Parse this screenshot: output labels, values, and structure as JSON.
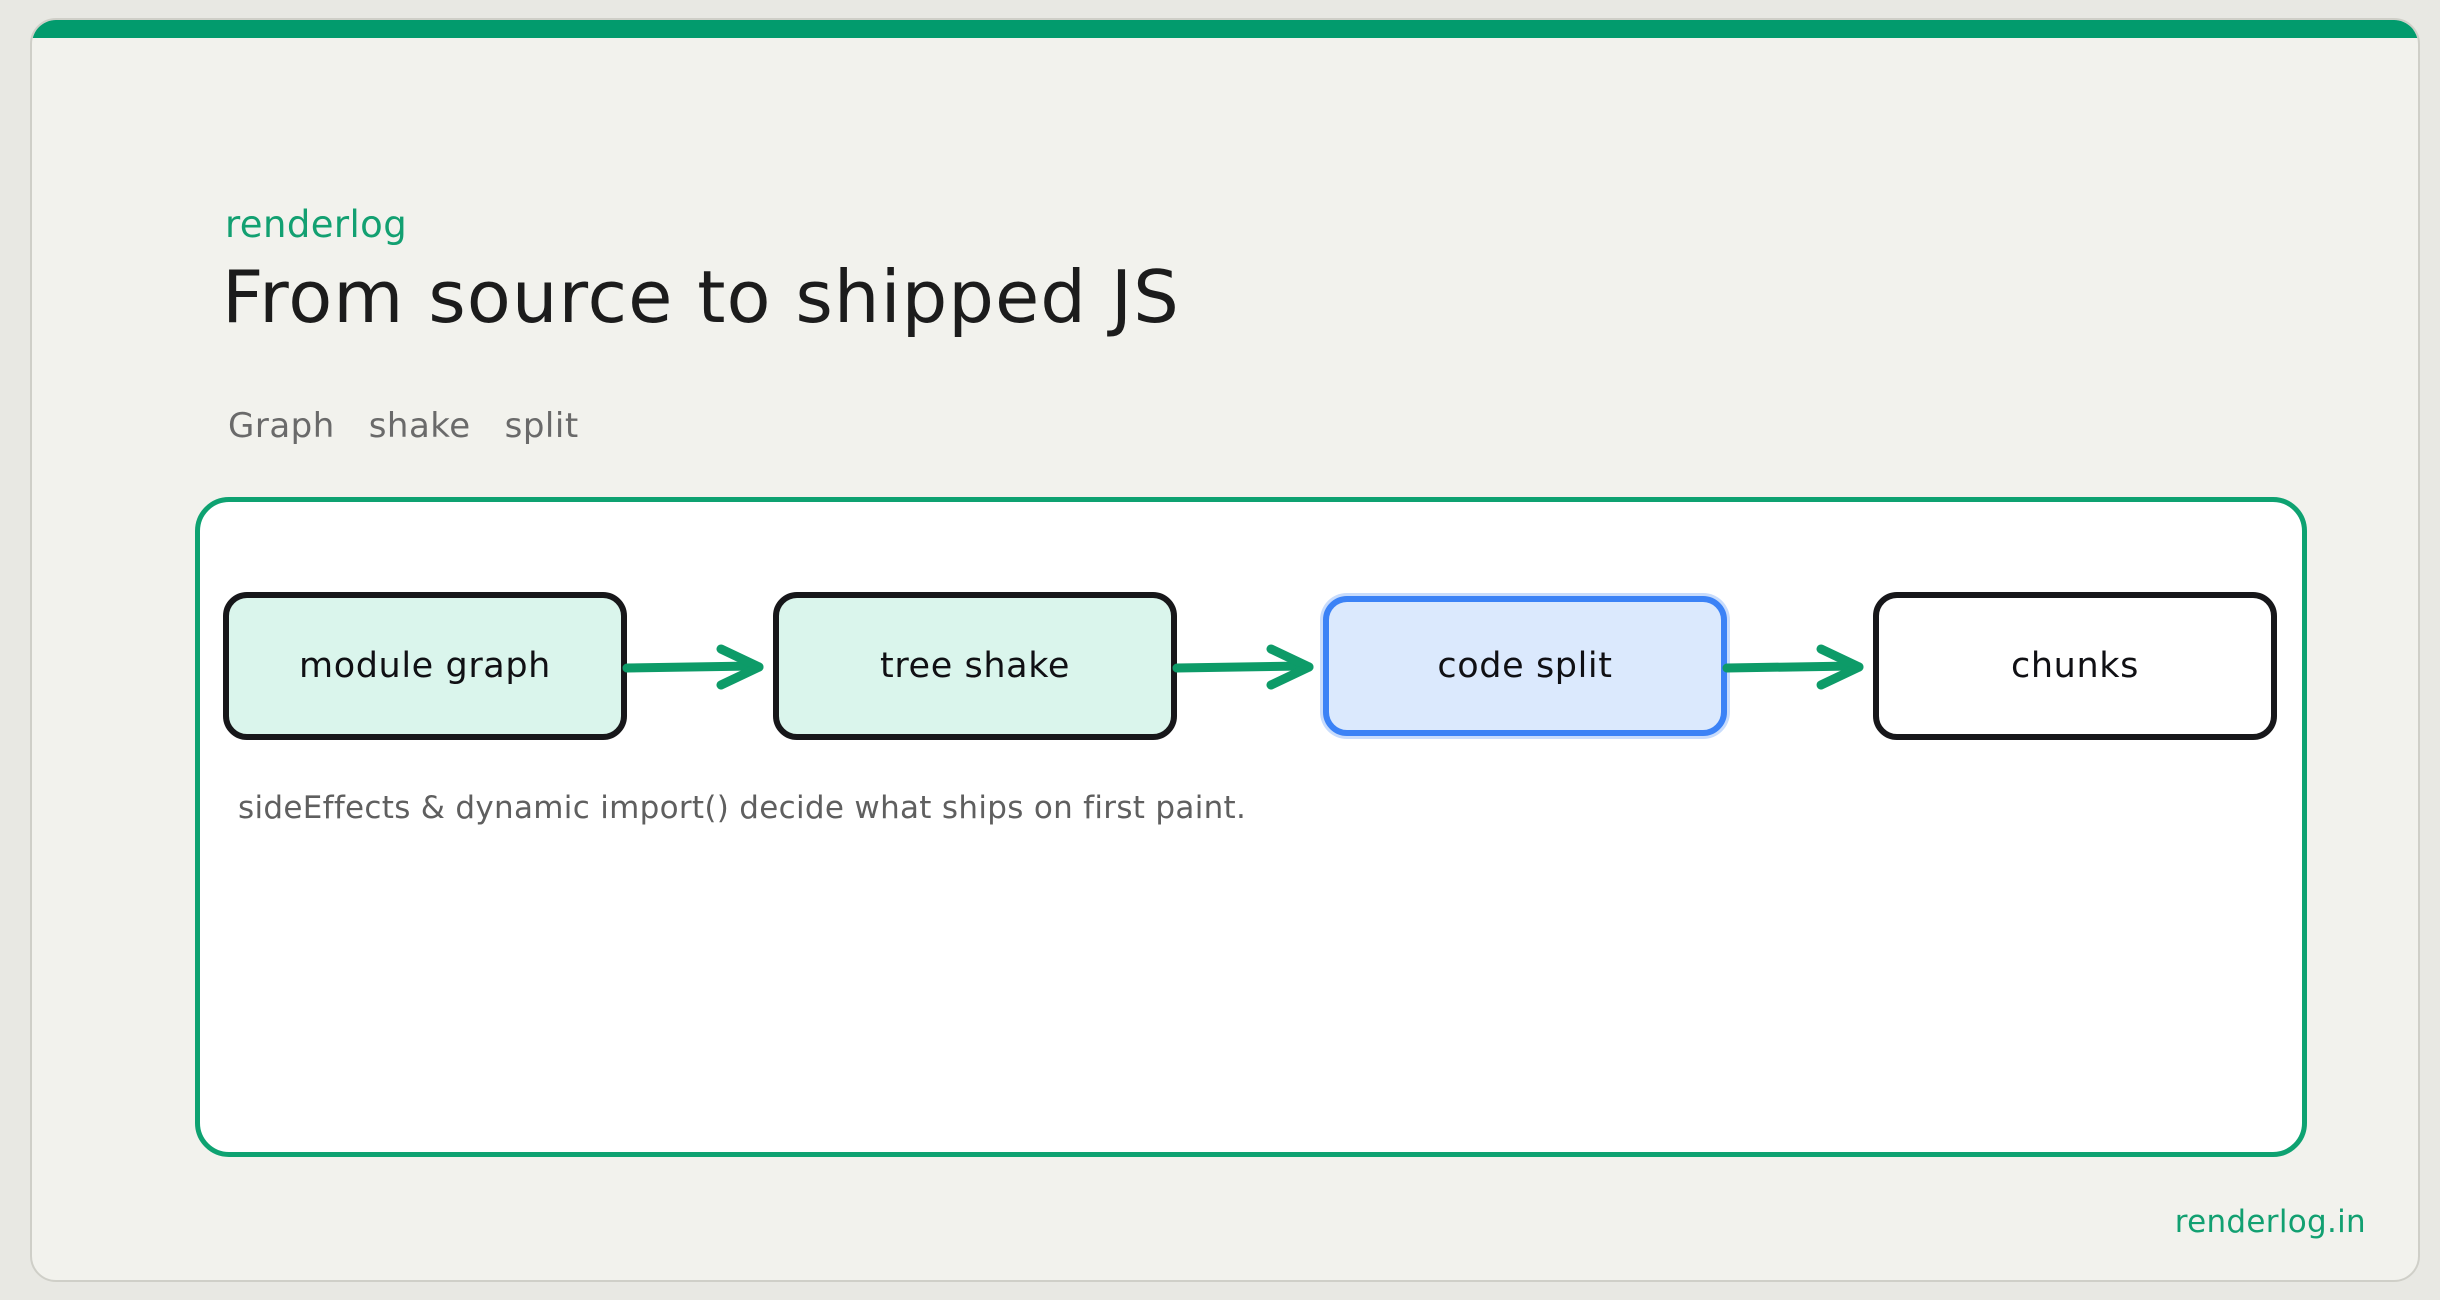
{
  "theme": {
    "page_background": "#e8e8e3",
    "card_background": "#f2f2ed",
    "accent_green": "#029b6d",
    "brand_green": "#12a071",
    "panel_border_green": "#0ea271",
    "node_mint_fill": "#daf5ec",
    "node_highlight_fill": "#dbe9fd",
    "node_highlight_border": "#3b82f6",
    "node_border_black": "#17171a",
    "arrow_green": "#0d9b68",
    "muted_text": "#6a6a6a"
  },
  "header": {
    "brand": "renderlog",
    "title": "From source to shipped JS",
    "subtitle": "Graph   shake   split"
  },
  "diagram": {
    "nodes": [
      {
        "label": "module graph",
        "style": "mint"
      },
      {
        "label": "tree shake",
        "style": "mint"
      },
      {
        "label": "code split",
        "style": "highlight"
      },
      {
        "label": "chunks",
        "style": "plain"
      }
    ],
    "arrows": [
      {
        "from": "module graph",
        "to": "tree shake"
      },
      {
        "from": "tree shake",
        "to": "code split"
      },
      {
        "from": "code split",
        "to": "chunks"
      }
    ],
    "caption": "sideEffects & dynamic import() decide what ships on first paint."
  },
  "footer": {
    "link": "renderlog.in"
  }
}
